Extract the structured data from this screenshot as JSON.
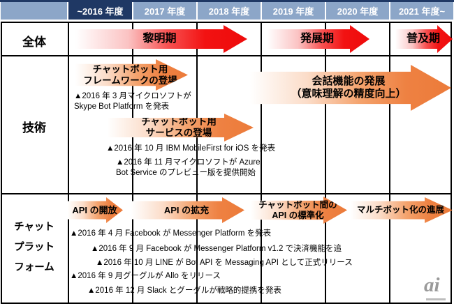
{
  "header": {
    "years": [
      "~2016 年度",
      "2017 年度",
      "2018 年度",
      "2019 年度",
      "2020 年度",
      "2021 年度~"
    ]
  },
  "row_labels": {
    "overall": "全体",
    "tech": "技術",
    "platform": [
      "チャット",
      "プラット",
      "フォーム"
    ]
  },
  "overall_phases": {
    "dawn": "黎明期",
    "expansion": "発展期",
    "diffusion": "普及期"
  },
  "tech_arrows": {
    "framework": [
      "チャットボット用",
      "フレームワークの登場"
    ],
    "conversation": [
      "会話機能の発展",
      "（意味理解の精度向上）"
    ],
    "service": [
      "チャットボット用",
      "サービスの登場"
    ]
  },
  "tech_events": {
    "skype": [
      "▲2016 年 3 月マイクロソフトが",
      "Skype Bot Platform を発表"
    ],
    "ibm": "▲2016 年 10 月 IBM MobileFirst for iOS を発表",
    "azure": [
      "▲2016 年 11 月マイクロソフトが Azure",
      "Bot Service のプレビュー版を提供開始"
    ]
  },
  "platform_arrows": {
    "api_open": "API の開放",
    "api_expand": "API の拡充",
    "api_std": [
      "チャットボット間の",
      "API の標準化"
    ],
    "multibot": "マルチボット化の進展"
  },
  "platform_events": [
    "▲2016 年 4 月 Facebook が Messenger Platform を発表",
    "▲2016 年 9 月 Facebook が Messenger Platform v1.2 で決済機能を追",
    "▲2016 年 10 月 LINE が Bot API を Messaging API として正式リリース",
    "▲2016 年 9 月グーグルが Allo をリリース",
    "▲2016 年 12 月 Slack とグーグルが戦略的提携を発表"
  ],
  "logo": "ai",
  "colors": {
    "header_dark": "#1F3864",
    "header_light": "#8CA6C8",
    "phase_red": "#F21212",
    "arrow_orange": "#EE8142"
  }
}
